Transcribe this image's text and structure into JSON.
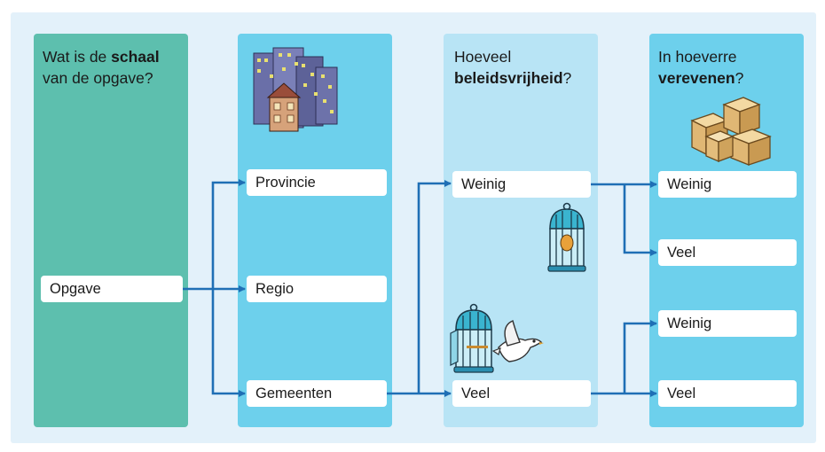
{
  "columns": {
    "schaal": {
      "heading_pre": "Wat is de ",
      "heading_bold": "schaal",
      "heading_post": "van de opgave?",
      "item": "Opgave"
    },
    "niveau": {
      "items": [
        "Provincie",
        "Regio",
        "Gemeenten"
      ]
    },
    "beleidsvrijheid": {
      "heading_pre": "Hoeveel",
      "heading_bold": "beleidsvrijheid",
      "heading_post": "?",
      "items": [
        "Weinig",
        "Veel"
      ]
    },
    "verevenen": {
      "heading_pre": "In hoeverre",
      "heading_bold": "verevenen",
      "heading_post": "?",
      "items": [
        "Weinig",
        "Veel",
        "Weinig",
        "Veel"
      ]
    }
  },
  "colors": {
    "col_schaal": "#5dbfae",
    "col_niveau": "#6dd0ec",
    "col_beleid": "#b8e4f5",
    "col_verevenen": "#6dd0ec",
    "arrow": "#1f6fb5"
  },
  "icons": [
    "city-buildings-icon",
    "bird-cage-closed-icon",
    "bird-cage-open-icon",
    "bird-flying-icon",
    "cardboard-boxes-icon"
  ]
}
